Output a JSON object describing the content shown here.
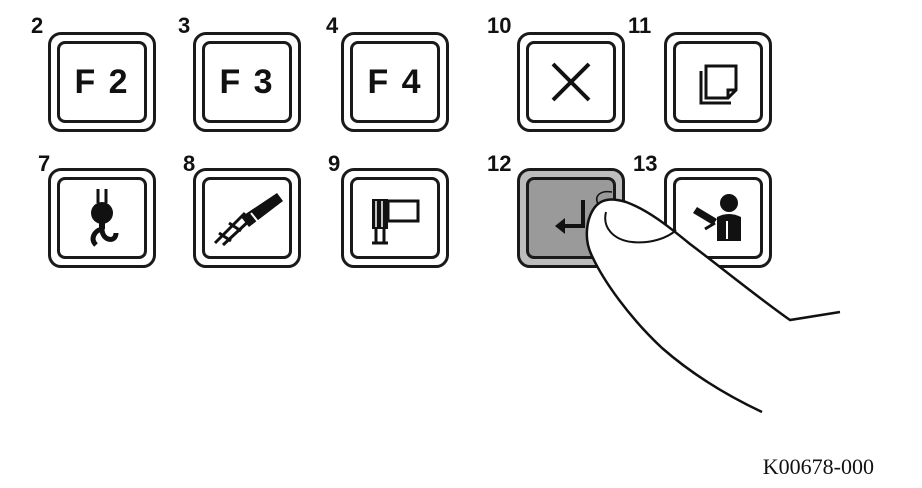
{
  "keys": [
    {
      "number": "2",
      "label": "F 2"
    },
    {
      "number": "3",
      "label": "F 3"
    },
    {
      "number": "4",
      "label": "F 4"
    },
    {
      "number": "10",
      "icon": "close-icon"
    },
    {
      "number": "11",
      "icon": "pages-icon"
    },
    {
      "number": "7",
      "icon": "crane-hook-icon"
    },
    {
      "number": "8",
      "icon": "boom-icon"
    },
    {
      "number": "9",
      "icon": "outrigger-icon"
    },
    {
      "number": "12",
      "icon": "enter-icon"
    },
    {
      "number": "13",
      "icon": "operator-icon"
    }
  ],
  "pressed_key": "12",
  "reference_code": "K00678-000",
  "colors": {
    "outline": "#1a1a1a",
    "pressed": "#9a9a9a",
    "background": "#ffffff"
  }
}
